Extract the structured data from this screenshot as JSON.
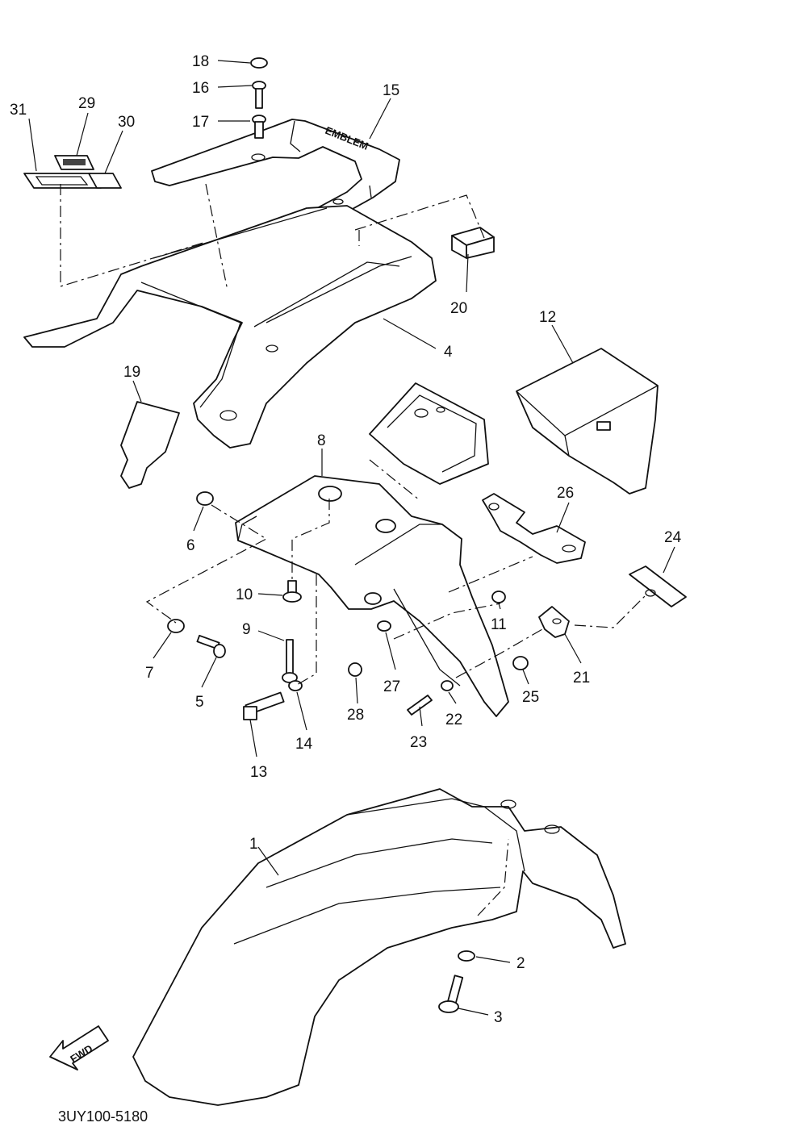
{
  "diagram": {
    "fwd_label": "FWD",
    "code": "3UY100-5180",
    "callouts": [
      {
        "id": "c1",
        "text": "1"
      },
      {
        "id": "c2",
        "text": "2"
      },
      {
        "id": "c3",
        "text": "3"
      },
      {
        "id": "c4",
        "text": "4"
      },
      {
        "id": "c5",
        "text": "5"
      },
      {
        "id": "c6",
        "text": "6"
      },
      {
        "id": "c7",
        "text": "7"
      },
      {
        "id": "c8",
        "text": "8"
      },
      {
        "id": "c9",
        "text": "9"
      },
      {
        "id": "c10",
        "text": "10"
      },
      {
        "id": "c11",
        "text": "11"
      },
      {
        "id": "c12",
        "text": "12"
      },
      {
        "id": "c13",
        "text": "13"
      },
      {
        "id": "c14",
        "text": "14"
      },
      {
        "id": "c15",
        "text": "15"
      },
      {
        "id": "c16",
        "text": "16"
      },
      {
        "id": "c17",
        "text": "17"
      },
      {
        "id": "c18",
        "text": "18"
      },
      {
        "id": "c19",
        "text": "19"
      },
      {
        "id": "c20",
        "text": "20"
      },
      {
        "id": "c21",
        "text": "21"
      },
      {
        "id": "c22",
        "text": "22"
      },
      {
        "id": "c23",
        "text": "23"
      },
      {
        "id": "c24",
        "text": "24"
      },
      {
        "id": "c25",
        "text": "25"
      },
      {
        "id": "c26",
        "text": "26"
      },
      {
        "id": "c27",
        "text": "27"
      },
      {
        "id": "c28",
        "text": "28"
      },
      {
        "id": "c29",
        "text": "29"
      },
      {
        "id": "c30",
        "text": "30"
      },
      {
        "id": "c31",
        "text": "31"
      }
    ]
  }
}
